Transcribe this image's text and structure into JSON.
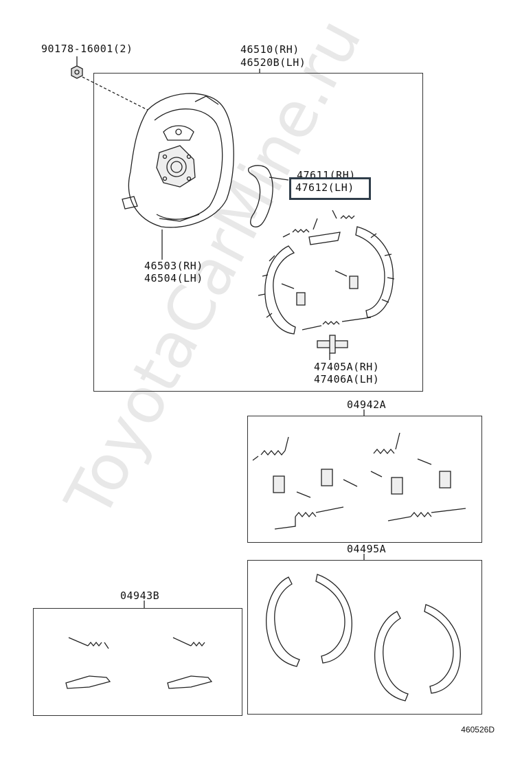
{
  "labels": {
    "nut": "90178-16001(2)",
    "backing_plate_rh": "46510(RH)",
    "backing_plate_lh": "46520B(LH)",
    "lever_rh": "47611(RH)",
    "lever_lh": "47612(LH)",
    "shield_rh": "46503(RH)",
    "shield_lh": "46504(LH)",
    "adjuster_rh": "47405A(RH)",
    "adjuster_lh": "47406A(LH)",
    "kit_springs": "04942A",
    "kit_shoes": "04495A",
    "kit_small": "04943B",
    "ref_code": "460526D"
  },
  "watermark": "ToyotaCarMine.ru",
  "colors": {
    "highlight_border": "#2f3d4a",
    "line": "#222222"
  }
}
